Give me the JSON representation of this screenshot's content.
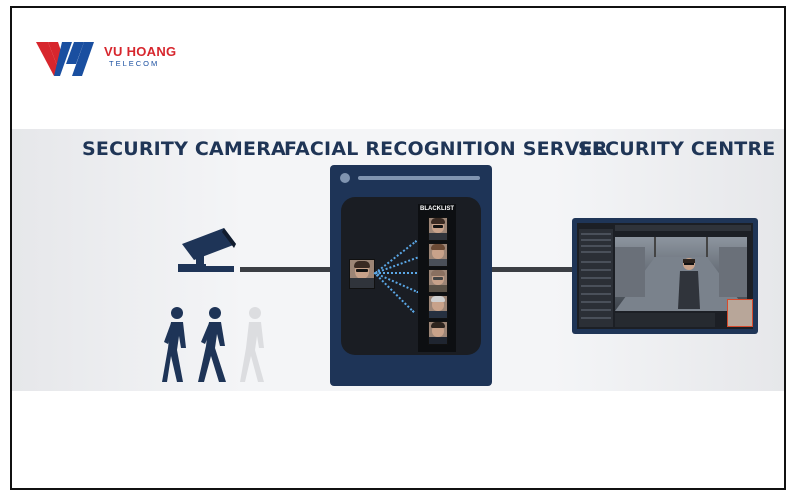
{
  "logo": {
    "name": "VU HOANG",
    "sub": "TELECOM",
    "tagline": "",
    "colors": {
      "red": "#d7262d",
      "blue": "#1a4fa0"
    }
  },
  "headings": {
    "camera": "SECURITY CAMERA",
    "server": "FACIAL RECOGNITION SERVER",
    "centre": "SECURITY CENTRE"
  },
  "blacklist": {
    "title": "BLACKLIST",
    "count": 5
  },
  "colors": {
    "navy": "#1e3457",
    "dotted_link": "#5aa7e6",
    "faded_walker": "#dcdde0"
  },
  "icons": [
    "security-camera-icon",
    "walking-person-icon",
    "server-icon",
    "monitor-icon"
  ]
}
